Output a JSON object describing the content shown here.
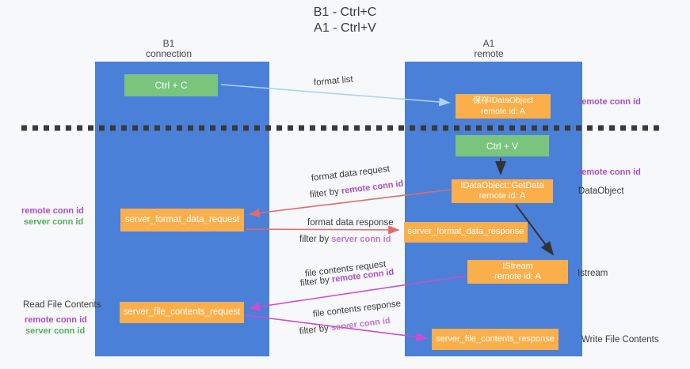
{
  "title": {
    "line1": "B1 - Ctrl+C",
    "line2": "A1 - Ctrl+V"
  },
  "lanes": {
    "left": {
      "name": "B1",
      "kind": "connection"
    },
    "right": {
      "name": "A1",
      "kind": "remote"
    }
  },
  "nodes": {
    "ctrl_c": {
      "label": "Ctrl + C"
    },
    "ctrl_v": {
      "label": "Ctrl + V"
    },
    "save_idataobject": {
      "line1": "保存IDataObject",
      "line2": "remote id: A"
    },
    "idataobject_getdata": {
      "line1": "IDataObject::GetData",
      "line2": "remote id: A"
    },
    "istream": {
      "line1": "IStream",
      "line2": "remote id: A"
    },
    "server_format_data_request": {
      "label": "server_format_data_request"
    },
    "server_format_data_response": {
      "label": "server_format_data_response"
    },
    "server_file_contents_request": {
      "label": "server_file_contents_request"
    },
    "server_file_contents_response": {
      "label": "server_file_contents_response"
    }
  },
  "edge_labels": {
    "format_list": "format list",
    "format_data_request": "format data request",
    "format_data_response": "format data response",
    "file_contents_request": "file contents request",
    "file_contents_response": "file contents response",
    "filter_by": "filter by "
  },
  "terms": {
    "remote_conn_id": "remote conn id",
    "server_conn_id": "server conn id"
  },
  "side_labels": {
    "dataobject": "DataObject",
    "istream": "Istream",
    "read_file_contents": "Read File Contents",
    "write_file_contents": "Write File Contents"
  },
  "colors": {
    "lane_blue": "#4a80d8",
    "node_orange": "#fbaf4a",
    "node_green": "#79c57d",
    "remote_conn_purple": "#a84fc0",
    "server_conn_green": "#53ad5c",
    "server_conn_orchid": "#c173d1",
    "arrow_light_blue": "#a9d4f0",
    "arrow_salmon": "#e06c6c",
    "arrow_magenta": "#cc4ecd",
    "arrow_black": "#333333",
    "dashed_divider": "#3a3a3a"
  }
}
